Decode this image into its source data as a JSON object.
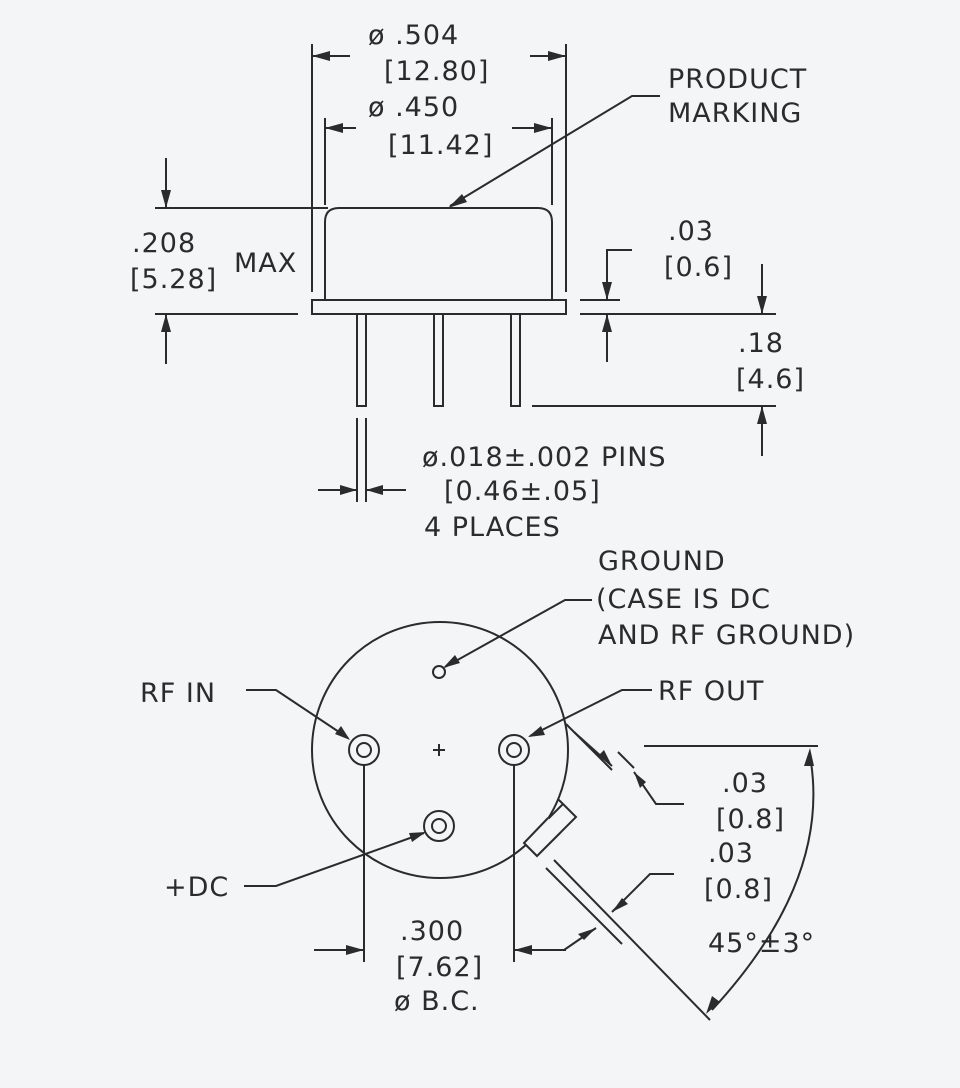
{
  "side_view": {
    "outer_dia": [
      "ø .504",
      "[12.80]"
    ],
    "inner_dia": [
      "ø .450",
      "[11.42]"
    ],
    "marking": [
      "PRODUCT",
      "MARKING"
    ],
    "height": [
      ".208",
      "[5.28]"
    ],
    "height_max": "MAX",
    "flange": [
      ".03",
      "[0.6]"
    ],
    "pin_len": [
      ".18",
      "[4.6]"
    ],
    "pins": [
      "ø.018±.002 PINS",
      "[0.46±.05]",
      "4 PLACES"
    ]
  },
  "bottom_view": {
    "ground": [
      "GROUND",
      "(CASE IS DC",
      "AND RF GROUND)"
    ],
    "rf_in": "RF IN",
    "rf_out": "RF OUT",
    "dc": "+DC",
    "tab_a": [
      ".03",
      "[0.8]"
    ],
    "tab_b": [
      ".03",
      "[0.8]"
    ],
    "angle": "45°±3°",
    "bc": [
      ".300",
      "[7.62]",
      "ø B.C."
    ]
  }
}
